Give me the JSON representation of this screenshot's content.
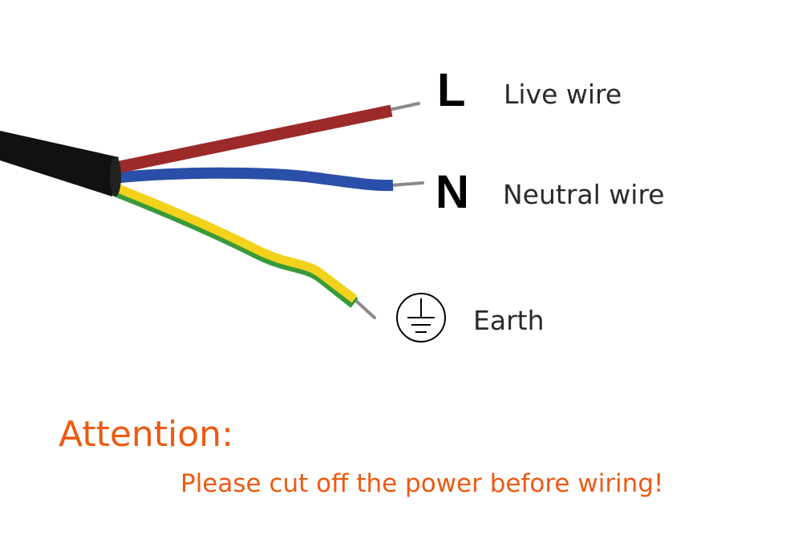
{
  "labels": {
    "live_letter": "L",
    "live_text": "Live wire",
    "neutral_letter": "N",
    "neutral_text": "Neutral wire",
    "earth_text": "Earth"
  },
  "icons": {
    "earth": "earth-ground-symbol-icon"
  },
  "notice": {
    "title": "Attention:",
    "message": "Please cut off the power before wiring!"
  },
  "colors": {
    "live": "#9c2a2a",
    "neutral": "#2a4fa8",
    "earth_yellow": "#f2d21a",
    "earth_green": "#3a9a3a",
    "sheath": "#111111",
    "notice": "#ec5a12"
  }
}
